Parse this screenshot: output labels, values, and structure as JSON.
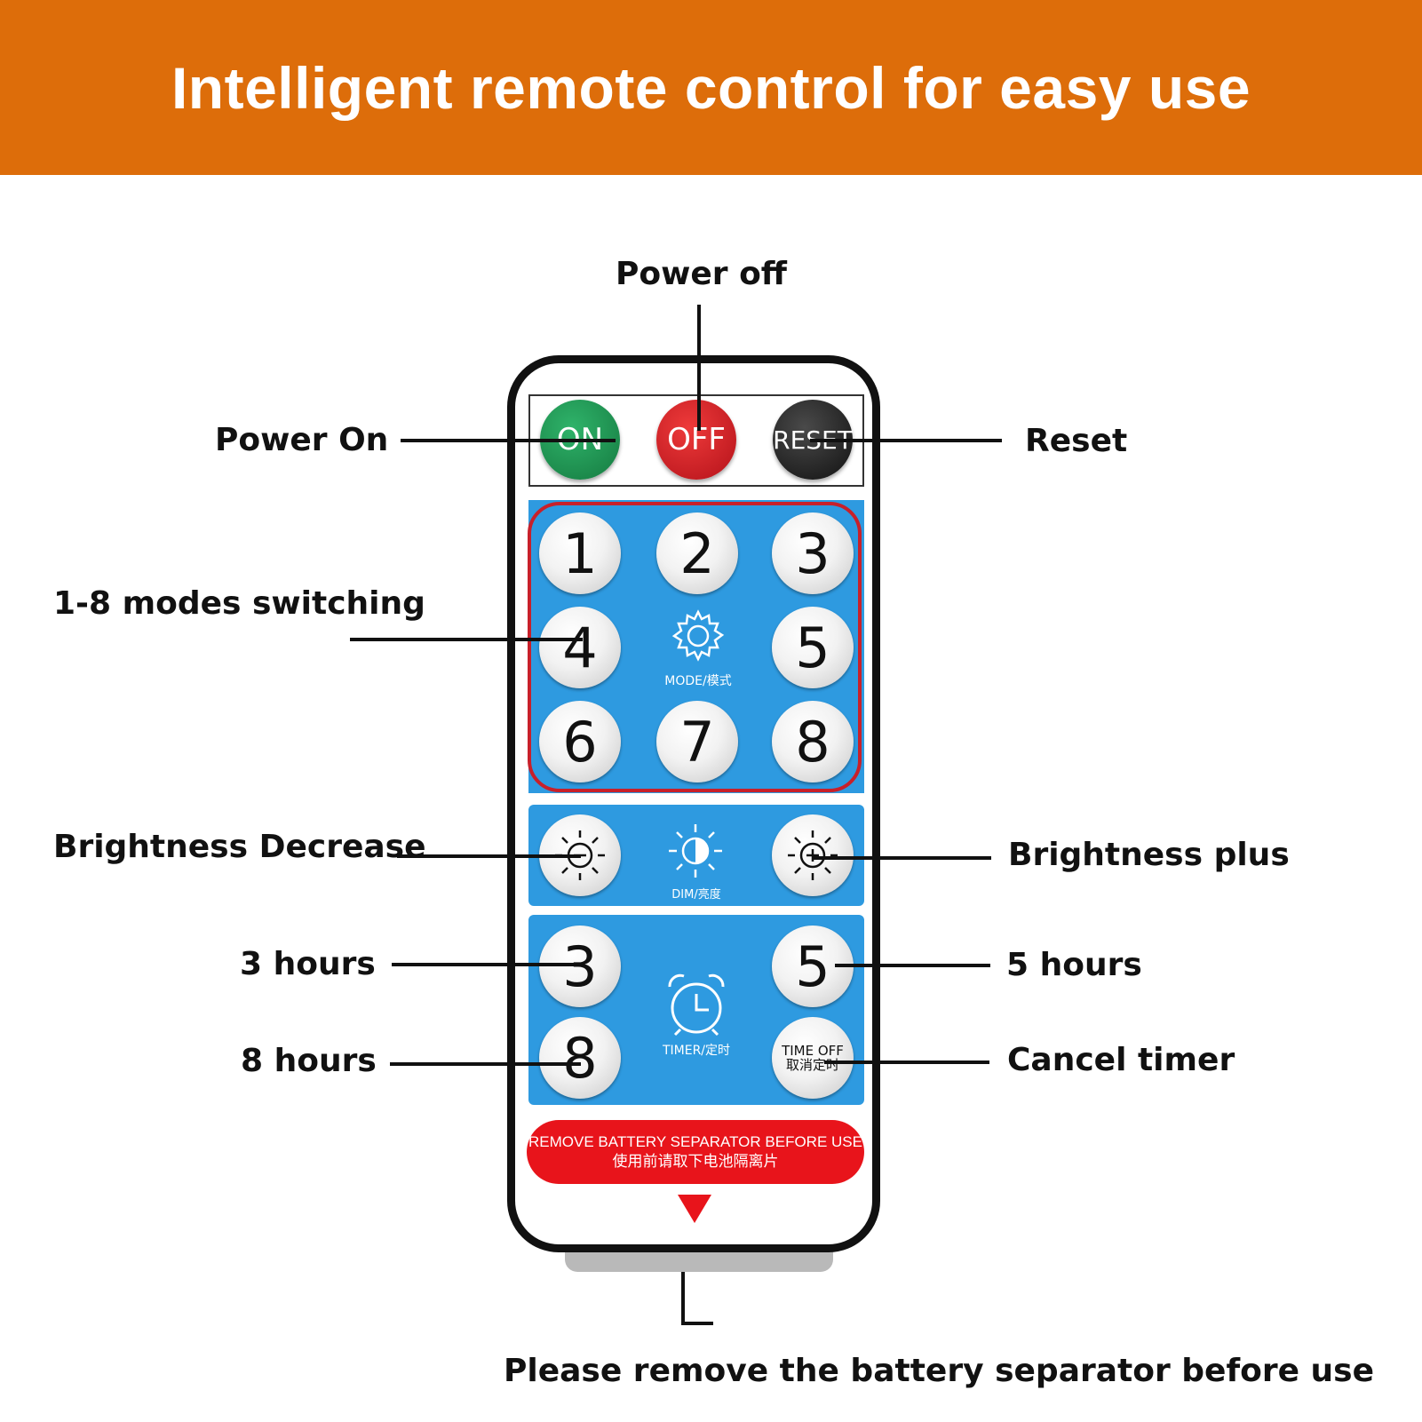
{
  "banner": {
    "title": "Intelligent remote control for easy use"
  },
  "callouts": {
    "power_off": "Power off",
    "power_on": "Power On",
    "reset": "Reset",
    "modes": "1-8 modes switching",
    "brightness_decrease": "Brightness Decrease",
    "brightness_plus": "Brightness plus",
    "hours_3": "3 hours",
    "hours_5": "5 hours",
    "hours_8": "8 hours",
    "cancel_timer": "Cancel timer",
    "battery_note": "Please remove the battery separator before use"
  },
  "remote": {
    "on_label": "ON",
    "off_label": "OFF",
    "reset_label": "RESET",
    "mode_buttons": [
      "1",
      "2",
      "3",
      "4",
      "5",
      "6",
      "7",
      "8"
    ],
    "mode_caption": "MODE/模式",
    "dim_caption": "DIM/亮度",
    "timer_buttons": [
      "3",
      "5",
      "8"
    ],
    "timer_caption": "TIMER/定时",
    "time_off_en": "TIME OFF",
    "time_off_cn": "取消定时",
    "warning_en": "REMOVE BATTERY SEPARATOR BEFORE USE",
    "warning_cn": "使用前请取下电池隔离片"
  },
  "colors": {
    "banner": "#DD6D0A",
    "on_button": "#1E8A4C",
    "off_button": "#C8141C",
    "reset_button": "#1A1A1A",
    "panel_blue": "#2E9AE0",
    "mode_frame": "#C8202A",
    "warning": "#E8141B"
  }
}
